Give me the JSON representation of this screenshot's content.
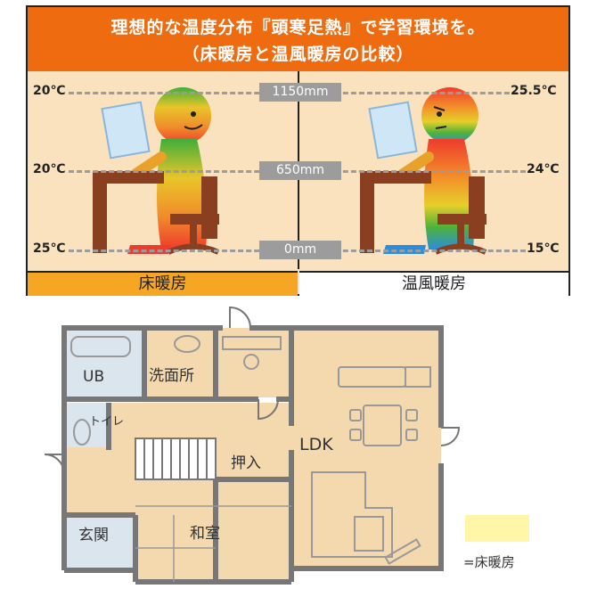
{
  "header": {
    "title_line1": "理想的な温度分布『頭寒足熱』で学習環境を。",
    "title_line2": "（床暖房と温風暖房の比較）"
  },
  "heights": [
    "1150mm",
    "650mm",
    "0mm"
  ],
  "left_temps": [
    "20℃",
    "20℃",
    "25℃"
  ],
  "right_temps": [
    "25.5℃",
    "24℃",
    "15℃"
  ],
  "footer": {
    "left_label": "床暖房",
    "right_label": "温風暖房"
  },
  "floorplan": {
    "rooms": {
      "ub": "UB",
      "senmen": "洗面所",
      "toilet": "トイレ",
      "ldk": "LDK",
      "oshiire": "押入",
      "genkan": "玄関",
      "washitsu": "和室"
    }
  },
  "legend": {
    "label": "=床暖房",
    "color": "#fff6a8"
  },
  "colors": {
    "header_bg": "#ee6b0f",
    "panel_bg": "#fbe2bf",
    "floor_heat": "#f3d9ad",
    "floor_plain": "#dbe5ee",
    "footer_left_bg": "#f5a623"
  }
}
